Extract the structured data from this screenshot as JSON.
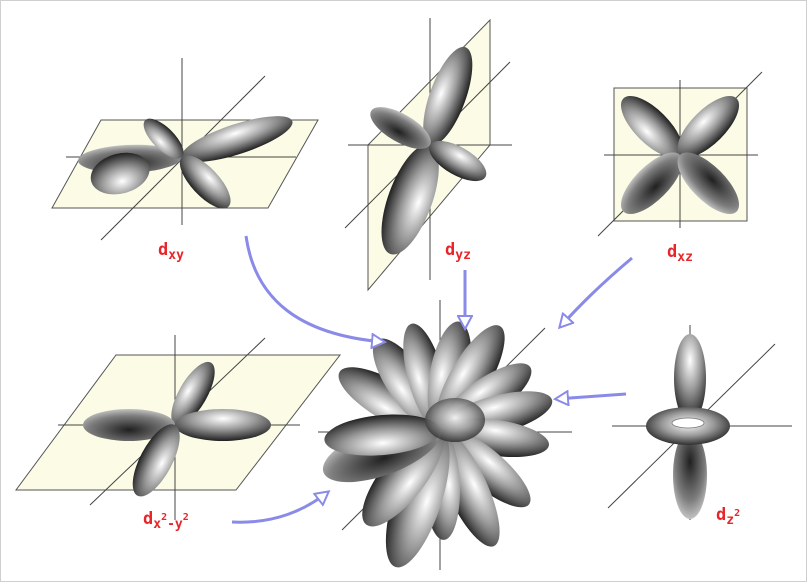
{
  "labels": {
    "dxy": {
      "main": "d",
      "sub": "xy"
    },
    "dyz": {
      "main": "d",
      "sub": "yz"
    },
    "dxz": {
      "main": "d",
      "sub": "xz"
    },
    "dx2y2": {
      "main": "d",
      "sub1": "x",
      "sup1": "2",
      "dash": "-y",
      "sup2": "2"
    },
    "dz2": {
      "main": "d",
      "sub": "z",
      "sup": "2"
    }
  },
  "colors": {
    "plane_fill": "#fcfce6",
    "plane_stroke": "#555555",
    "axis": "#444444",
    "arrow": "#8a8ae8",
    "label": "#e8262a"
  }
}
